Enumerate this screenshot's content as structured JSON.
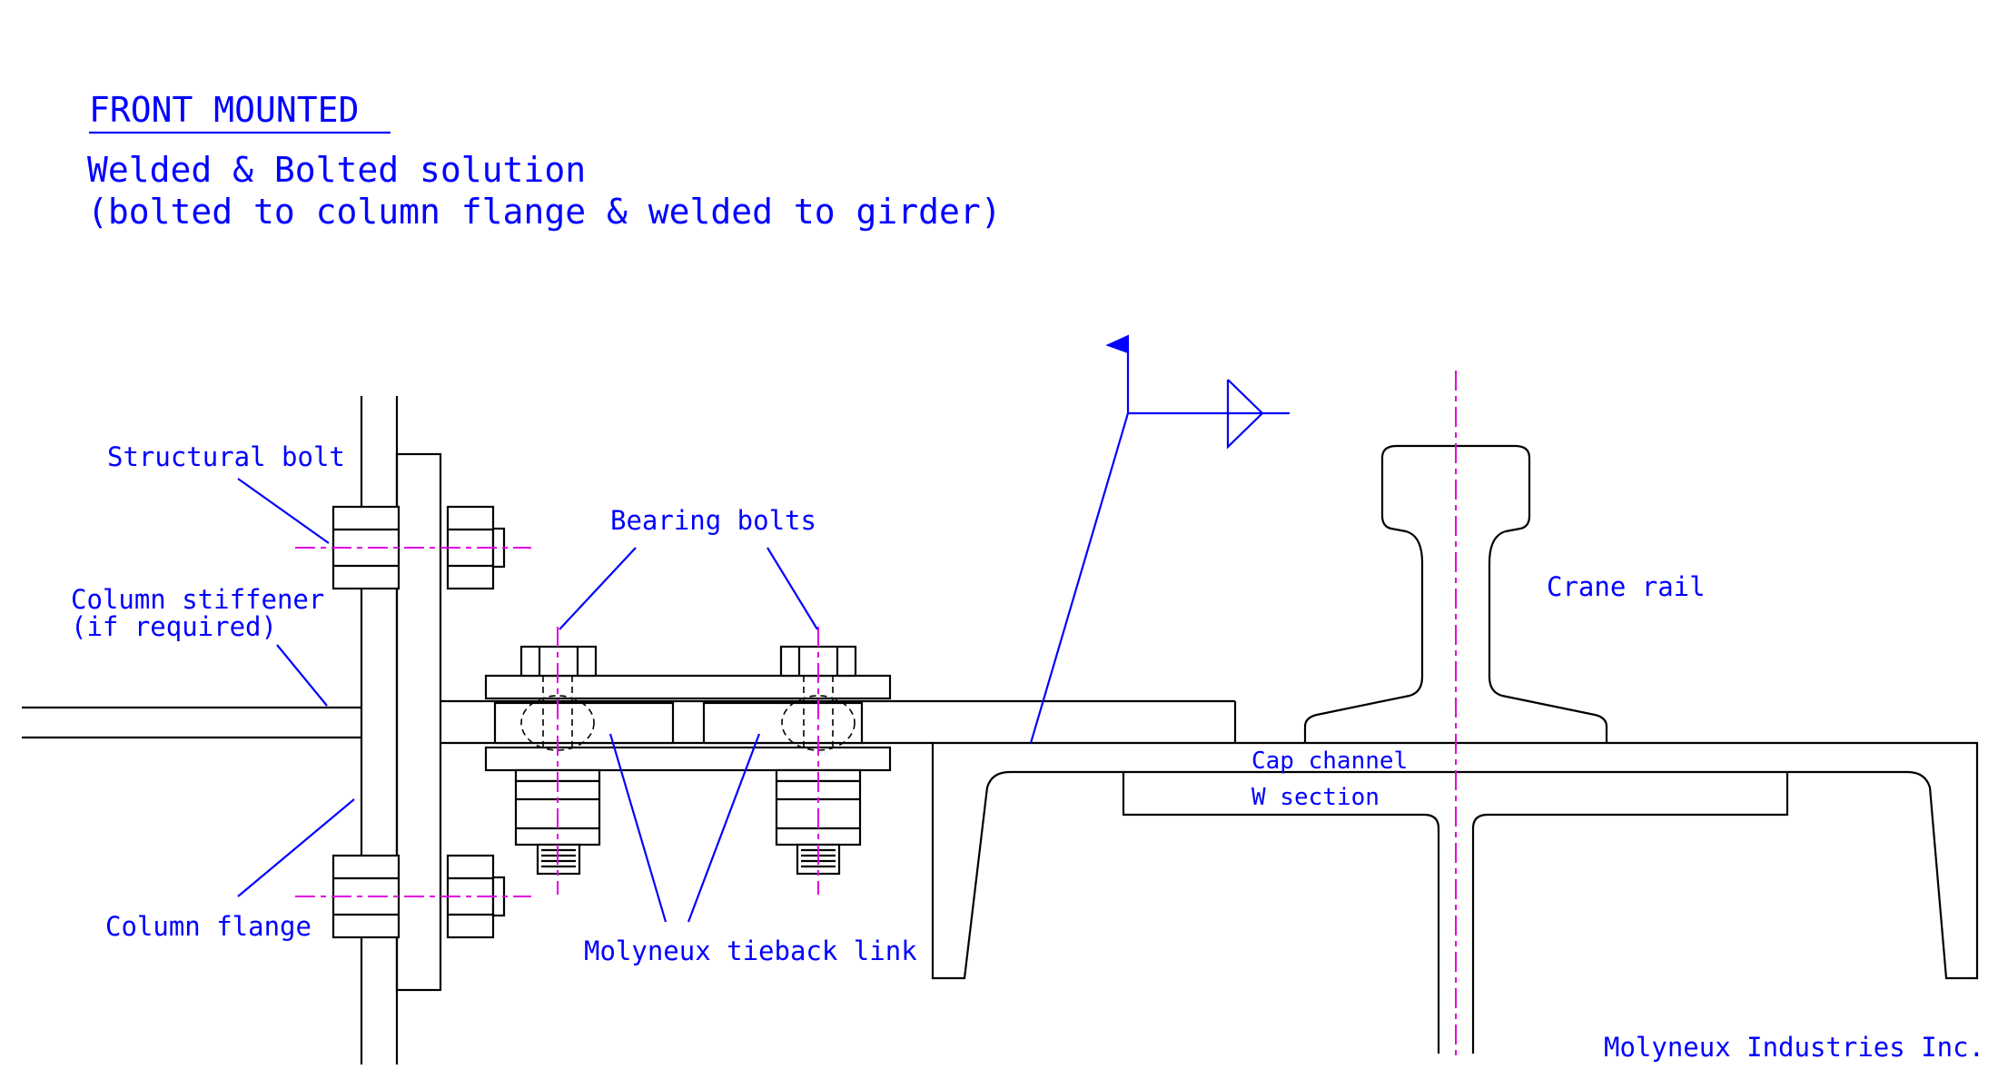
{
  "heading": "FRONT MOUNTED",
  "subtitle_line1": "Welded & Bolted solution",
  "subtitle_line2": "(bolted to column flange & welded to girder)",
  "labels": {
    "structural_bolt": "Structural bolt",
    "column_stiffener": "Column stiffener",
    "if_required": "(if required)",
    "column_flange": "Column flange",
    "bearing_bolts": "Bearing bolts",
    "tieback_link": "Molyneux tieback link",
    "crane_rail": "Crane rail",
    "cap_channel": "Cap channel",
    "w_section": "W section"
  },
  "company": "Molyneux Industries Inc.",
  "colors": {
    "text": "#0000ff",
    "geometry": "#000000",
    "centerline": "#e000e0"
  }
}
